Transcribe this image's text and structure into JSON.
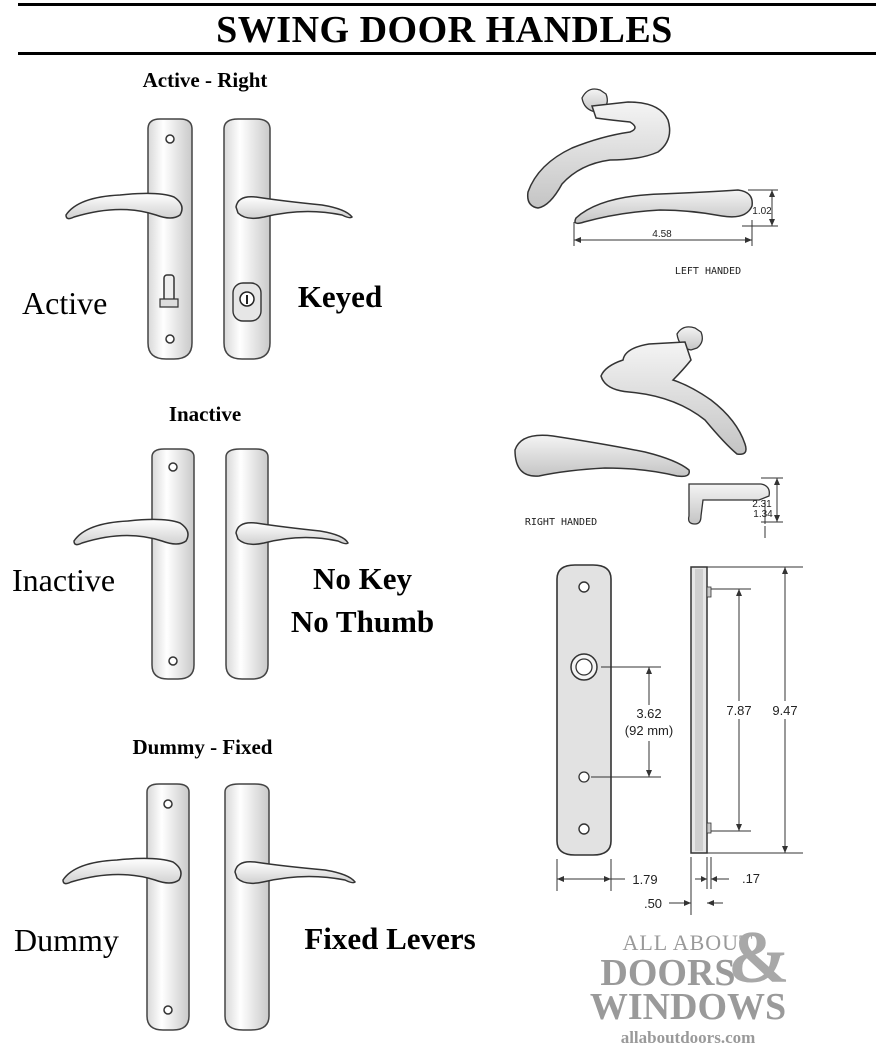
{
  "title": "SWING DOOR HANDLES",
  "sections": {
    "active": {
      "heading": "Active - Right",
      "left_label": "Active",
      "right_label": "Keyed"
    },
    "inactive": {
      "heading": "Inactive",
      "left_label": "Inactive",
      "right_label_line1": "No Key",
      "right_label_line2": "No Thumb"
    },
    "dummy": {
      "heading": "Dummy - Fixed",
      "left_label": "Dummy",
      "right_label": "Fixed Levers"
    }
  },
  "diagrams": {
    "left_handed": {
      "caption": "LEFT HANDED",
      "length": "4.58",
      "height": "1.02"
    },
    "right_handed": {
      "caption": "RIGHT HANDED",
      "projection": "2.31",
      "depth": "1.34"
    },
    "plate": {
      "hole_spacing": "3.62",
      "hole_spacing_mm": "(92 mm)",
      "inner_height": "7.87",
      "overall_height": "9.47",
      "width": "1.79",
      "thickness": ".50",
      "offset": ".17"
    }
  },
  "watermark": {
    "line1": "ALL ABOUT",
    "line2": "DOORS",
    "amp": "&",
    "line3": "WINDOWS",
    "url": "allaboutdoors.com"
  }
}
